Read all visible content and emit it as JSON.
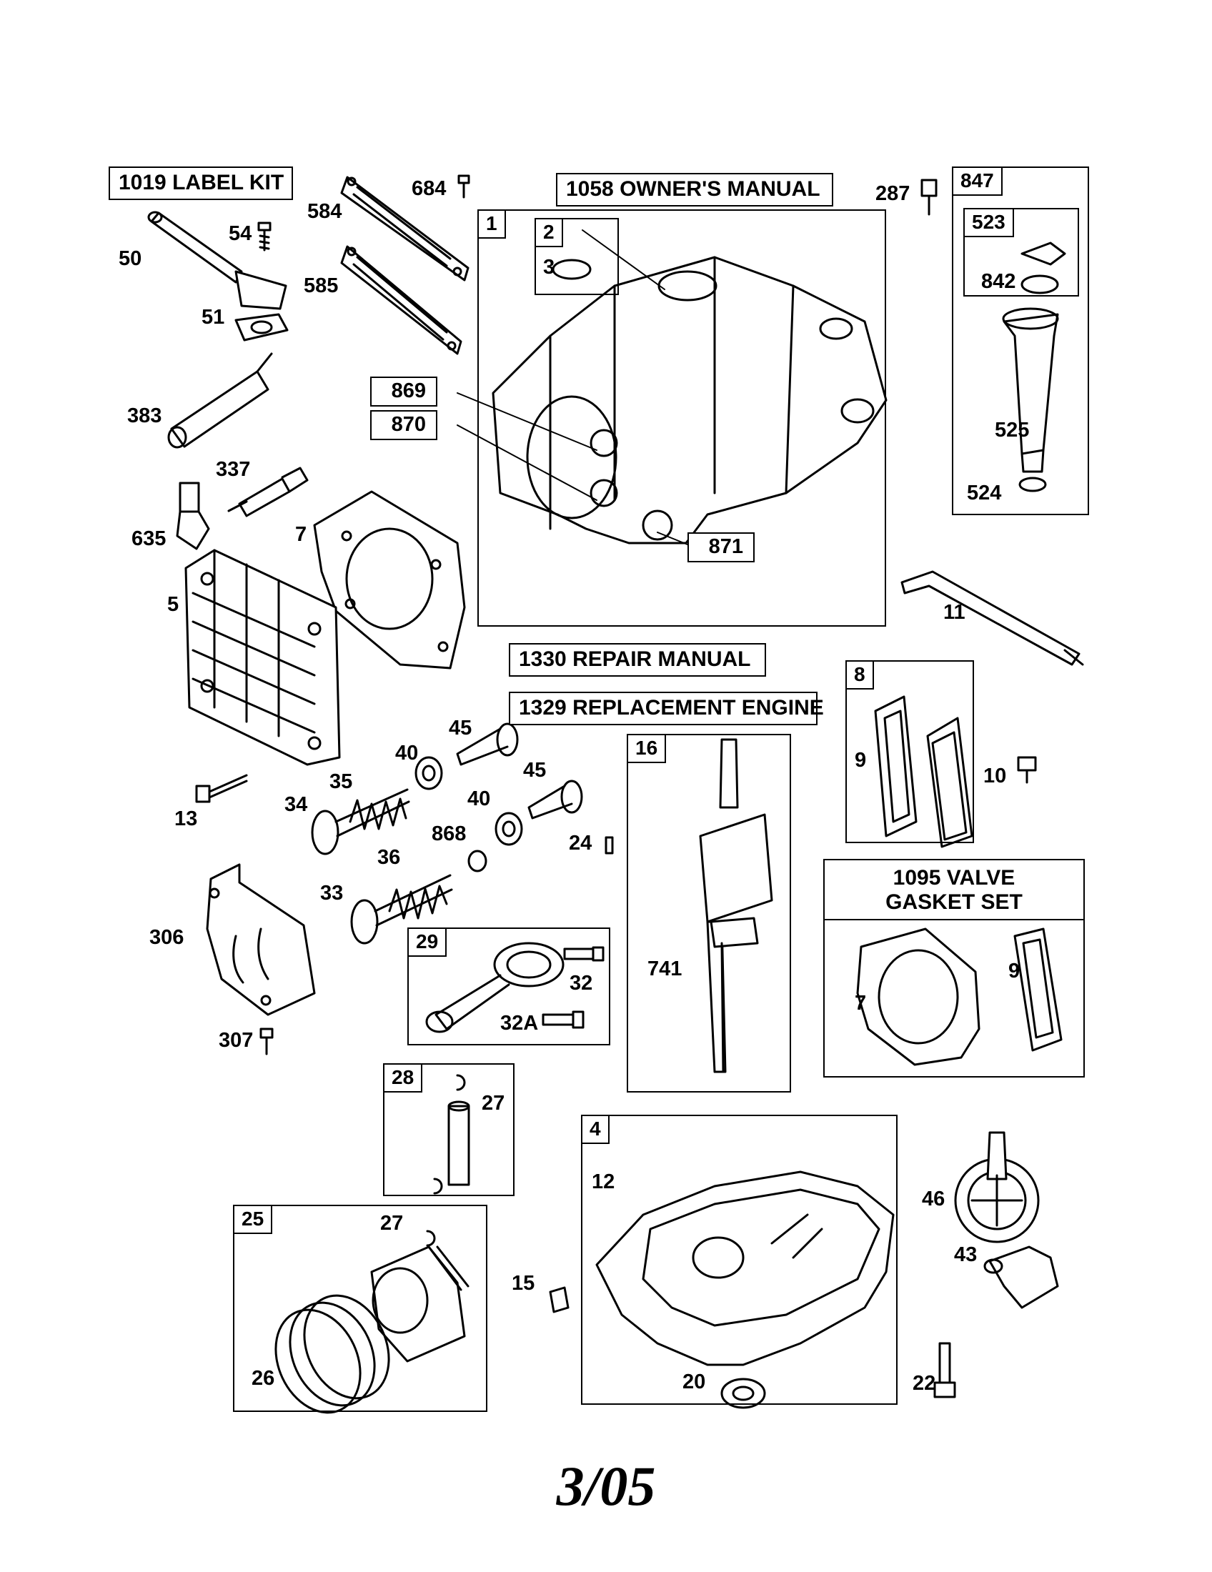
{
  "notes": {
    "label_kit": "1019 LABEL KIT",
    "owners_manual": "1058 OWNER'S MANUAL",
    "repair_manual": "1330 REPAIR MANUAL",
    "replacement_engine": "1329 REPLACEMENT ENGINE",
    "valve_gasket_set": "1095 VALVE\nGASKET SET"
  },
  "boxes": {
    "b1": "1",
    "b2": "2",
    "b847": "847",
    "b523": "523",
    "b8": "8",
    "b16": "16",
    "b29": "29",
    "b28": "28",
    "b25": "25",
    "b4": "4"
  },
  "numboxes": {
    "n869": "869",
    "n870": "870",
    "n871": "871"
  },
  "labels": {
    "l684": "684",
    "l584": "584",
    "l585": "585",
    "l54": "54",
    "l50": "50",
    "l51": "51",
    "l383": "383",
    "l337": "337",
    "l635": "635",
    "l7a": "7",
    "l5": "5",
    "l3": "3",
    "l287": "287",
    "l842": "842",
    "l525": "525",
    "l524": "524",
    "l11": "11",
    "l9a": "9",
    "l10": "10",
    "l45a": "45",
    "l45b": "45",
    "l40a": "40",
    "l40b": "40",
    "l35": "35",
    "l34": "34",
    "l13": "13",
    "l868": "868",
    "l36": "36",
    "l33": "33",
    "l24": "24",
    "l306": "306",
    "l307": "307",
    "l32": "32",
    "l32a": "32A",
    "l741": "741",
    "l7b": "7",
    "l9b": "9",
    "l27a": "27",
    "l27b": "27",
    "l26": "26",
    "l12": "12",
    "l15": "15",
    "l46": "46",
    "l43": "43",
    "l20": "20",
    "l22": "22"
  },
  "footer": "3/05"
}
